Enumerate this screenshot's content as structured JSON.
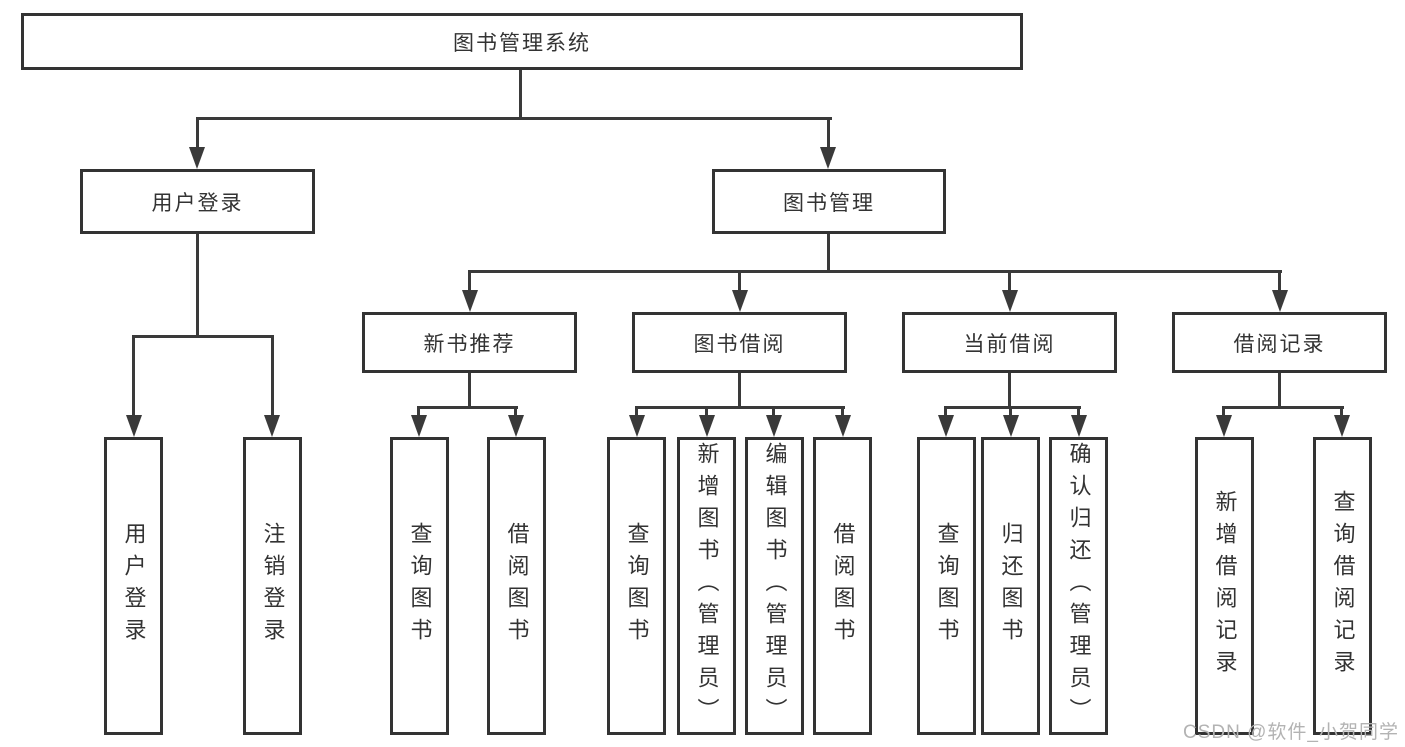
{
  "colors": {
    "line": "#3a3a3a",
    "border": "#333333",
    "text": "#333333",
    "background": "#ffffff",
    "watermark": "#b3b3b3"
  },
  "watermark": "CSDN @软件_小贺同学",
  "tree": {
    "root": "图书管理系统",
    "login": {
      "label": "用户登录",
      "children": [
        "用户登录",
        "注销登录"
      ]
    },
    "manage": {
      "label": "图书管理"
    },
    "new_book": {
      "label": "新书推荐",
      "children": [
        "查询图书",
        "借阅图书"
      ]
    },
    "borrow": {
      "label": "图书借阅",
      "children": [
        "查询图书",
        "新增图书（管理员）",
        "编辑图书（管理员）",
        "借阅图书"
      ]
    },
    "current": {
      "label": "当前借阅",
      "children": [
        "查询图书",
        "归还图书",
        "确认归还（管理员）"
      ]
    },
    "records": {
      "label": "借阅记录",
      "children": [
        "新增借阅记录",
        "查询借阅记录"
      ]
    }
  }
}
